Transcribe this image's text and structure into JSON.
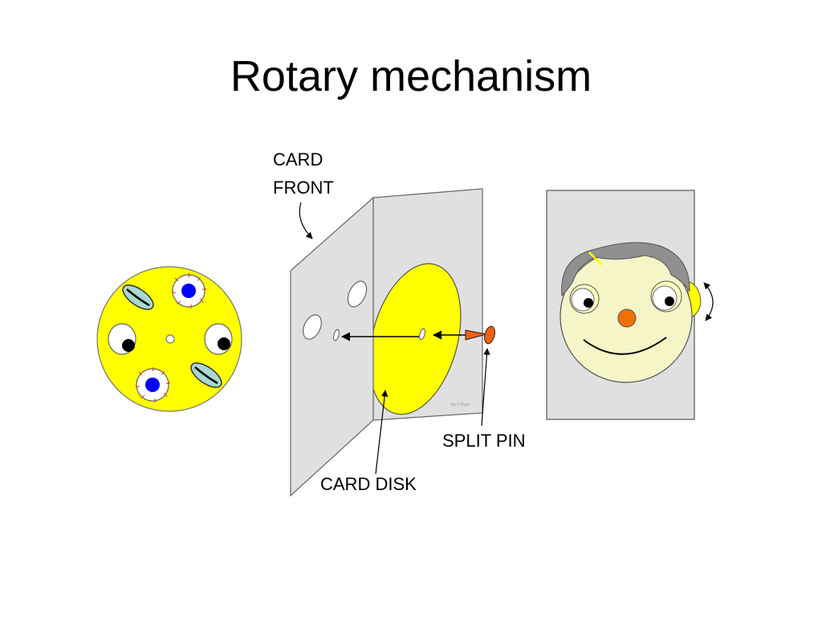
{
  "slide": {
    "title": "Rotary mechanism"
  },
  "labels": {
    "card_front_line1": "CARD",
    "card_front_line2": "FRONT",
    "split_pin": "SPLIT PIN",
    "card_disk": "CARD DISK",
    "credit": "By V.Ryan"
  },
  "colors": {
    "disk_yellow": "#ffff00",
    "card_gray": "#e0e0e0",
    "face_cream": "#f5f5c8",
    "hair_gray": "#909090",
    "nose_orange": "#f07000",
    "pupil_blue": "#0000ff",
    "eye_teal": "#a8d8d0",
    "pin_orange": "#f06010"
  }
}
